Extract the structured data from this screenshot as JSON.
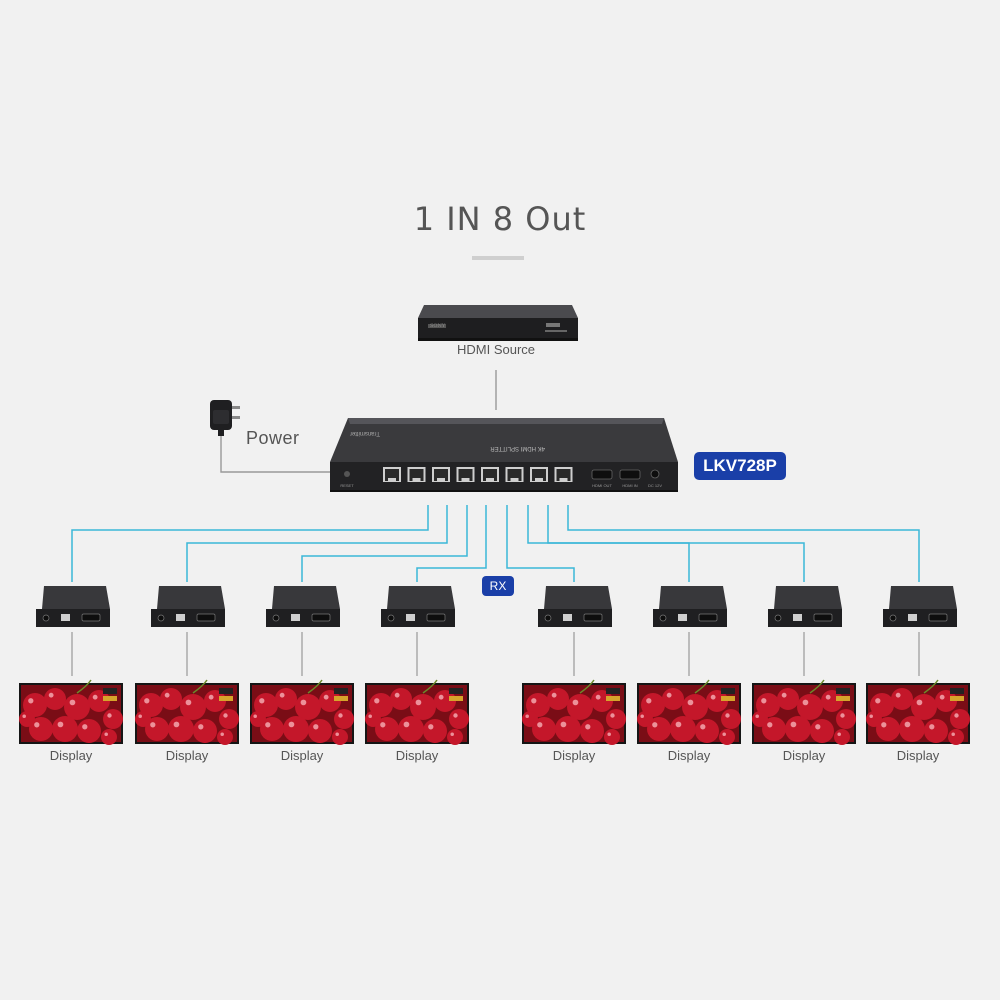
{
  "title": "1 IN 8 Out",
  "source": {
    "label": "HDMI Source",
    "brand": "SONY"
  },
  "power": {
    "label": "Power"
  },
  "splitter": {
    "model": "LKV728P",
    "front_text": "4K HDMI SPLITTER",
    "top_text": "Transmitter",
    "reset_label": "RESET",
    "hdmi_out_label": "HDMI OUT",
    "hdmi_in_label": "HDMI IN",
    "dc_label": "DC 12V",
    "port_count": 8
  },
  "receiver_label": "RX",
  "displays": [
    {
      "label": "Display"
    },
    {
      "label": "Display"
    },
    {
      "label": "Display"
    },
    {
      "label": "Display"
    },
    {
      "label": "Display"
    },
    {
      "label": "Display"
    },
    {
      "label": "Display"
    },
    {
      "label": "Display"
    }
  ],
  "colors": {
    "cable": "#3bb7d8",
    "accent": "#1a3fa8",
    "device": "#2a2a2c"
  }
}
